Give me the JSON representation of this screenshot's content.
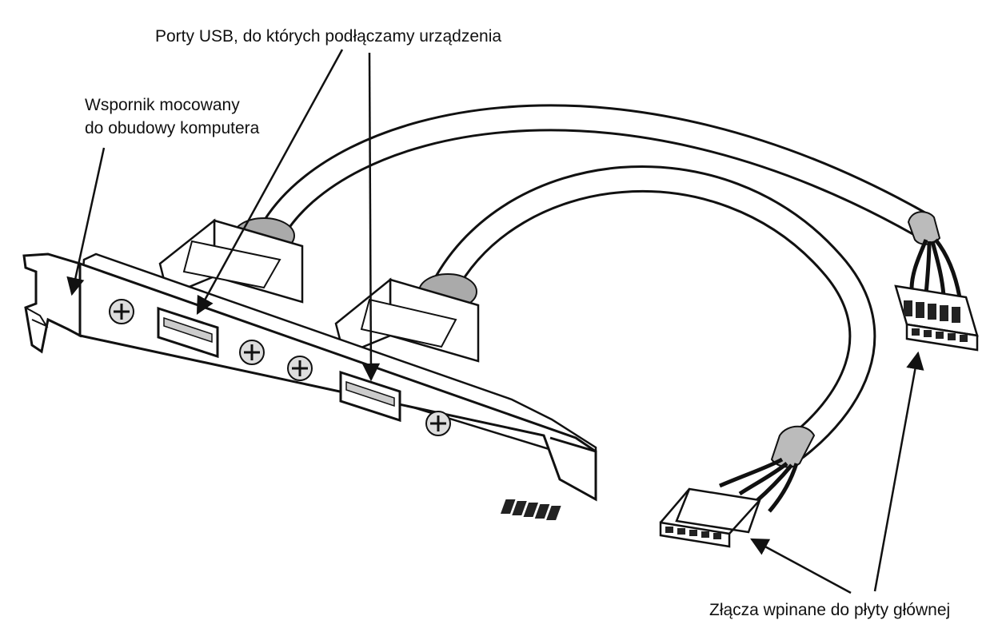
{
  "labels": {
    "ports": "Porty USB, do których podłączamy urządzenia",
    "bracket_line1": "Wspornik mocowany",
    "bracket_line2": "do obudowy komputera",
    "connectors": "Złącza wpinane do płyty głównej"
  }
}
